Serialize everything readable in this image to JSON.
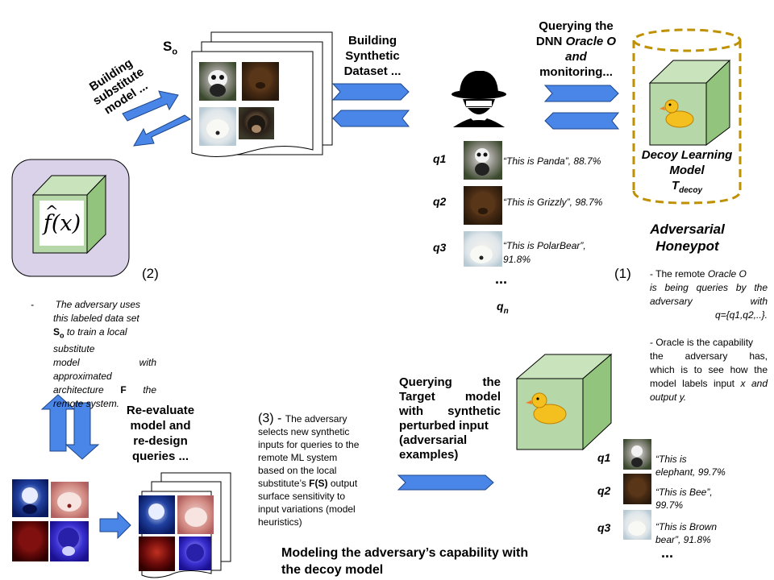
{
  "labels": {
    "s_o": "S",
    "s_o_sub": "o",
    "building_substitute": "Building substitute model ...",
    "building_synthetic_line1": "Building",
    "building_synthetic_line2": "Synthetic",
    "building_synthetic_line3": "Dataset ...",
    "querying_dnn_line1": "Querying the",
    "querying_dnn_line2a": "DNN ",
    "querying_dnn_line2b": "Oracle O",
    "querying_dnn_line3": "and",
    "querying_dnn_line4": "monitoring...",
    "decoy_line1": "Decoy Learning",
    "decoy_line2": "Model",
    "decoy_line3": "T",
    "decoy_line3_sub": "decoy",
    "honeypot_line1": "Adversarial",
    "honeypot_line2": "Honeypot",
    "num1": "(1)",
    "num2": "(2)",
    "fx": "f(x)",
    "fx_hat": "^",
    "dots_mid": "...",
    "qn": "q",
    "qn_sub": "n",
    "dots_bottom": "...",
    "reevaluate_line1": "Re-evaluate",
    "reevaluate_line2": "model and",
    "reevaluate_line3": "re-design",
    "reevaluate_line4": "queries ...",
    "target_line1": "Querying the",
    "target_line2": "Target model",
    "target_line3": "with synthetic",
    "target_line4": "perturbed input",
    "target_line5": "(adversarial",
    "target_line6": "examples)",
    "title_line1": "Modeling the adversary’s capability with",
    "title_line2": "the decoy model"
  },
  "queries_top": [
    {
      "q": "q1",
      "text": "“This is Panda”, 88.7%"
    },
    {
      "q": "q2",
      "text": "“This is Grizzly”, 98.7%"
    },
    {
      "q": "q3",
      "text": "“This is PolarBear”,",
      "text2": "91.8%"
    }
  ],
  "queries_bottom": [
    {
      "q": "q1",
      "text": "“This is",
      "text2": "elephant, 99.7%"
    },
    {
      "q": "q2",
      "text": "“This is Bee”,",
      "text2": "99.7%"
    },
    {
      "q": "q3",
      "text": "“This is Brown",
      "text2": "bear”, 91.8%"
    }
  ],
  "note1": {
    "line1a": "- The remote ",
    "line1b": "Oracle O",
    "line2": "is being queries by the",
    "line3": "adversary with",
    "line4": "q={q1,q2,..}.",
    "line5": "- Oracle is the capability",
    "line6": "the adversary has,",
    "line7": "which is to see how the",
    "line8a": "model labels input ",
    "line8b": "x and",
    "line9": "output y."
  },
  "note2": {
    "line1": "-        The adversary uses",
    "line2": "this labeled data set",
    "line3a": "S",
    "line3sub": "o",
    "line3b": " to train a local",
    "line4": "substitute",
    "line5": "model with",
    "line6": "approximated",
    "line7a": "architecture ",
    "line7b": "F",
    "line7c": " the",
    "line8": "remote system."
  },
  "note3": {
    "lead": "(3) - ",
    "line1": "The adversary",
    "line2": "selects new synthetic",
    "line3": "inputs for queries to the",
    "line4": "remote ML system",
    "line5": "based on the local",
    "line6a": "substitute’s ",
    "line6b": "F(S)",
    "line6c": " output",
    "line7": "surface sensitivity to",
    "line8": "input variations (model",
    "line9": "heuristics)"
  },
  "colors": {
    "arrow_blue": "#4a86e8",
    "cube_green": "#b6d7a8",
    "cube_side": "#93c47d",
    "honeypot_gold": "#bf9000",
    "lavender": "#d9d2e9"
  }
}
